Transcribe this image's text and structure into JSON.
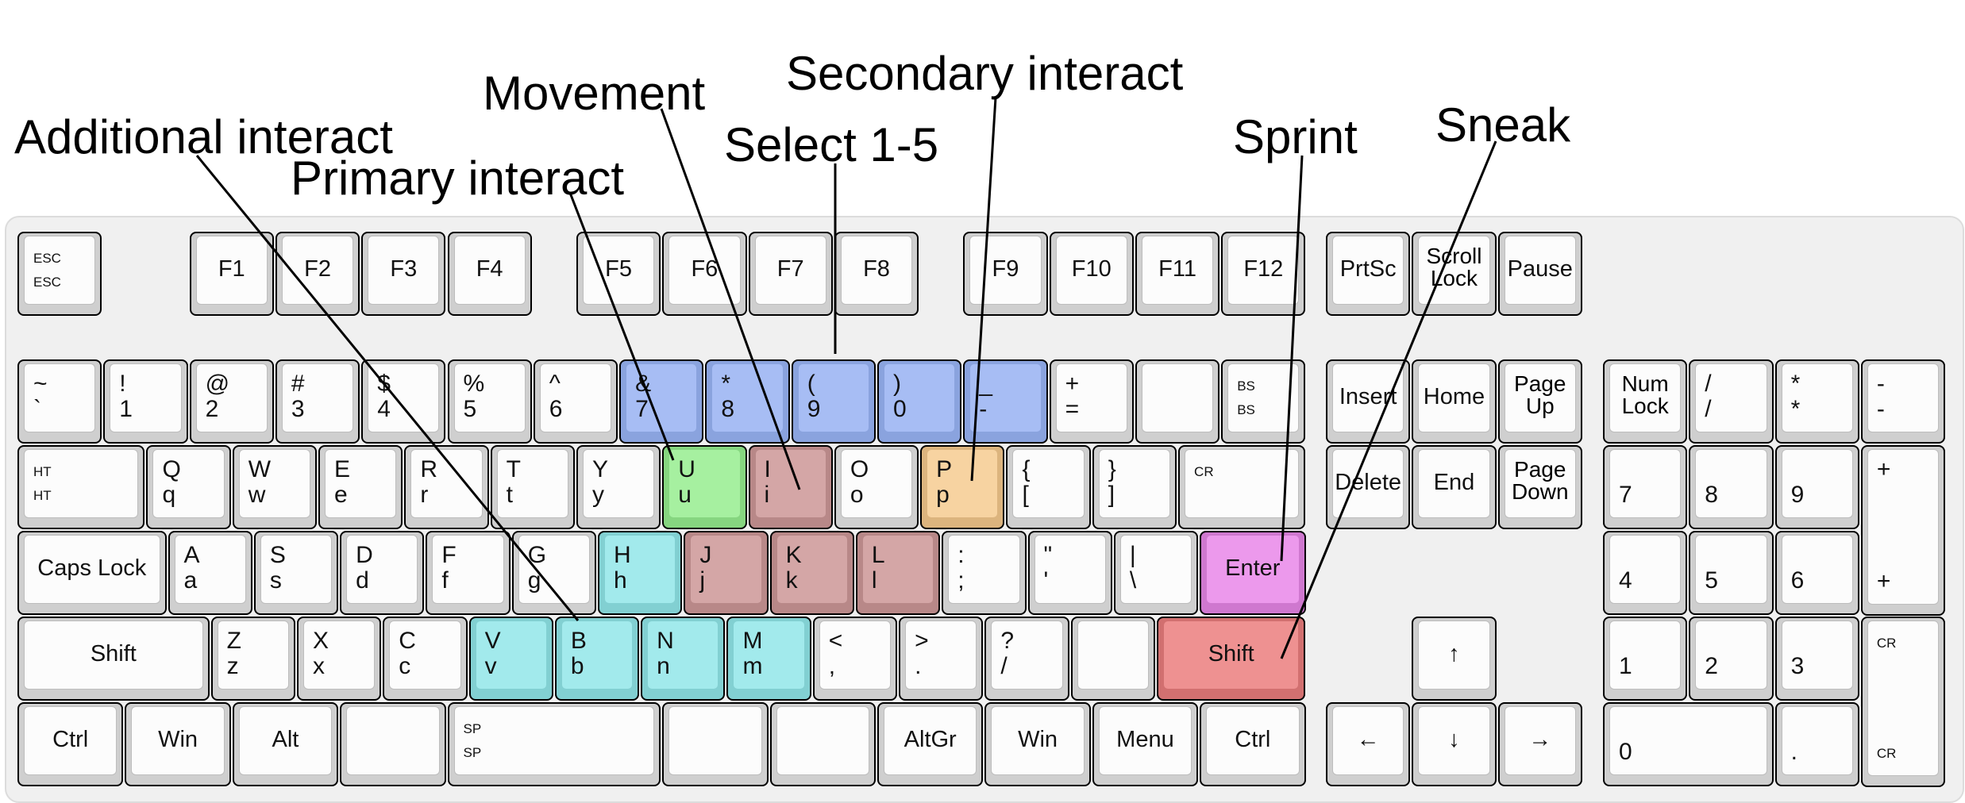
{
  "annotations": [
    {
      "id": "additional",
      "text": "Additional interact"
    },
    {
      "id": "primary",
      "text": "Primary interact"
    },
    {
      "id": "movement",
      "text": "Movement"
    },
    {
      "id": "select",
      "text": "Select 1-5"
    },
    {
      "id": "secondary",
      "text": "Secondary interact"
    },
    {
      "id": "sprint",
      "text": "Sprint"
    },
    {
      "id": "sneak",
      "text": "Sneak"
    }
  ],
  "colors": {
    "blue": "#a7bdf4",
    "green": "#a6f0a0",
    "red": "#d4a6a6",
    "orange": "#f7d3a1",
    "cyan": "#a2eaec",
    "magenta": "#ec99ec",
    "salmon": "#ee9191"
  },
  "keys": [
    {
      "id": "esc",
      "s1": "ESC",
      "s2": "ESC"
    },
    {
      "id": "f1",
      "c": "F1"
    },
    {
      "id": "f2",
      "c": "F2"
    },
    {
      "id": "f3",
      "c": "F3"
    },
    {
      "id": "f4",
      "c": "F4"
    },
    {
      "id": "f5",
      "c": "F5"
    },
    {
      "id": "f6",
      "c": "F6"
    },
    {
      "id": "f7",
      "c": "F7"
    },
    {
      "id": "f8",
      "c": "F8"
    },
    {
      "id": "f9",
      "c": "F9"
    },
    {
      "id": "f10",
      "c": "F10"
    },
    {
      "id": "f11",
      "c": "F11"
    },
    {
      "id": "f12",
      "c": "F12"
    },
    {
      "id": "prtsc",
      "c": "PrtSc"
    },
    {
      "id": "scroll-lock",
      "c": "Scroll\nLock"
    },
    {
      "id": "pause",
      "c": "Pause"
    },
    {
      "id": "backtick",
      "l1": "~",
      "l2": "`"
    },
    {
      "id": "1",
      "l1": "!",
      "l2": "1"
    },
    {
      "id": "2",
      "l1": "@",
      "l2": "2"
    },
    {
      "id": "3",
      "l1": "#",
      "l2": "3"
    },
    {
      "id": "4",
      "l1": "$",
      "l2": "4"
    },
    {
      "id": "5",
      "l1": "%",
      "l2": "5"
    },
    {
      "id": "6",
      "l1": "^",
      "l2": "6"
    },
    {
      "id": "7",
      "l1": "&",
      "l2": "7",
      "color": "blue"
    },
    {
      "id": "8",
      "l1": "*",
      "l2": "8",
      "color": "blue"
    },
    {
      "id": "9",
      "l1": "(",
      "l2": "9",
      "color": "blue"
    },
    {
      "id": "0",
      "l1": ")",
      "l2": "0",
      "color": "blue"
    },
    {
      "id": "minus",
      "l1": "_",
      "l2": "-",
      "color": "blue"
    },
    {
      "id": "equals",
      "l1": "+",
      "l2": "="
    },
    {
      "id": "blank-row2"
    },
    {
      "id": "backspace",
      "s1": "BS",
      "s2": "BS"
    },
    {
      "id": "insert",
      "c": "Insert"
    },
    {
      "id": "home",
      "c": "Home"
    },
    {
      "id": "page-up",
      "c": "Page\nUp"
    },
    {
      "id": "num-lock",
      "c": "Num\nLock"
    },
    {
      "id": "num-slash",
      "l1": "/",
      "l2": "/"
    },
    {
      "id": "num-star",
      "l1": "*",
      "l2": "*"
    },
    {
      "id": "num-minus",
      "l1": "-",
      "l2": "-"
    },
    {
      "id": "tab",
      "s1": "HT",
      "s2": "HT"
    },
    {
      "id": "q",
      "l1": "Q",
      "l2": "q"
    },
    {
      "id": "w",
      "l1": "W",
      "l2": "w"
    },
    {
      "id": "e",
      "l1": "E",
      "l2": "e"
    },
    {
      "id": "r",
      "l1": "R",
      "l2": "r"
    },
    {
      "id": "t",
      "l1": "T",
      "l2": "t"
    },
    {
      "id": "y",
      "l1": "Y",
      "l2": "y"
    },
    {
      "id": "u",
      "l1": "U",
      "l2": "u",
      "color": "green"
    },
    {
      "id": "i",
      "l1": "I",
      "l2": "i",
      "color": "red"
    },
    {
      "id": "o",
      "l1": "O",
      "l2": "o"
    },
    {
      "id": "p",
      "l1": "P",
      "l2": "p",
      "color": "orange"
    },
    {
      "id": "lbracket",
      "l1": "{",
      "l2": "["
    },
    {
      "id": "rbracket",
      "l1": "}",
      "l2": "]"
    },
    {
      "id": "cr",
      "s1": "CR"
    },
    {
      "id": "delete",
      "c": "Delete"
    },
    {
      "id": "end",
      "c": "End"
    },
    {
      "id": "page-down",
      "c": "Page\nDown"
    },
    {
      "id": "num7",
      "l2": "7"
    },
    {
      "id": "num8",
      "l2": "8"
    },
    {
      "id": "num9",
      "l2": "9"
    },
    {
      "id": "num-plus",
      "l1": "+",
      "l2": "+"
    },
    {
      "id": "caps-lock",
      "c": "Caps Lock"
    },
    {
      "id": "a",
      "l1": "A",
      "l2": "a"
    },
    {
      "id": "s",
      "l1": "S",
      "l2": "s"
    },
    {
      "id": "d",
      "l1": "D",
      "l2": "d"
    },
    {
      "id": "f",
      "l1": "F",
      "l2": "f"
    },
    {
      "id": "g",
      "l1": "G",
      "l2": "g"
    },
    {
      "id": "h",
      "l1": "H",
      "l2": "h",
      "color": "cyan"
    },
    {
      "id": "j",
      "l1": "J",
      "l2": "j",
      "color": "red"
    },
    {
      "id": "k",
      "l1": "K",
      "l2": "k",
      "color": "red"
    },
    {
      "id": "l",
      "l1": "L",
      "l2": "l",
      "color": "red"
    },
    {
      "id": "semicolon",
      "l1": ":",
      "l2": ";"
    },
    {
      "id": "quote",
      "l1": "\"",
      "l2": "'"
    },
    {
      "id": "backslash",
      "l1": "|",
      "l2": "\\"
    },
    {
      "id": "enter",
      "c": "Enter",
      "color": "magenta"
    },
    {
      "id": "num4",
      "l2": "4"
    },
    {
      "id": "num5",
      "l2": "5"
    },
    {
      "id": "num6",
      "l2": "6"
    },
    {
      "id": "lshift",
      "c": "Shift"
    },
    {
      "id": "z",
      "l1": "Z",
      "l2": "z"
    },
    {
      "id": "x",
      "l1": "X",
      "l2": "x"
    },
    {
      "id": "c",
      "l1": "C",
      "l2": "c"
    },
    {
      "id": "v",
      "l1": "V",
      "l2": "v",
      "color": "cyan"
    },
    {
      "id": "b",
      "l1": "B",
      "l2": "b",
      "color": "cyan"
    },
    {
      "id": "n",
      "l1": "N",
      "l2": "n",
      "color": "cyan"
    },
    {
      "id": "m",
      "l1": "M",
      "l2": "m",
      "color": "cyan"
    },
    {
      "id": "comma",
      "l1": "<",
      "l2": ","
    },
    {
      "id": "period",
      "l1": ">",
      "l2": "."
    },
    {
      "id": "slash",
      "l1": "?",
      "l2": "/"
    },
    {
      "id": "blank-row5"
    },
    {
      "id": "rshift",
      "c": "Shift",
      "color": "salmon"
    },
    {
      "id": "up",
      "c": "↑"
    },
    {
      "id": "num1",
      "l2": "1"
    },
    {
      "id": "num2",
      "l2": "2"
    },
    {
      "id": "num3",
      "l2": "3"
    },
    {
      "id": "num-enter",
      "s1": "CR",
      "s2": "CR"
    },
    {
      "id": "lctrl",
      "c": "Ctrl"
    },
    {
      "id": "lwin",
      "c": "Win"
    },
    {
      "id": "lalt",
      "c": "Alt"
    },
    {
      "id": "blank-row6a"
    },
    {
      "id": "space",
      "s1": "SP",
      "s2": "SP"
    },
    {
      "id": "blank-row6b"
    },
    {
      "id": "blank-row6c"
    },
    {
      "id": "altgr",
      "c": "AltGr"
    },
    {
      "id": "rwin",
      "c": "Win"
    },
    {
      "id": "menu",
      "c": "Menu"
    },
    {
      "id": "rctrl",
      "c": "Ctrl"
    },
    {
      "id": "left",
      "c": "←"
    },
    {
      "id": "down",
      "c": "↓"
    },
    {
      "id": "right",
      "c": "→"
    },
    {
      "id": "num0",
      "l2": "0"
    },
    {
      "id": "num-dot",
      "l2": "."
    }
  ]
}
